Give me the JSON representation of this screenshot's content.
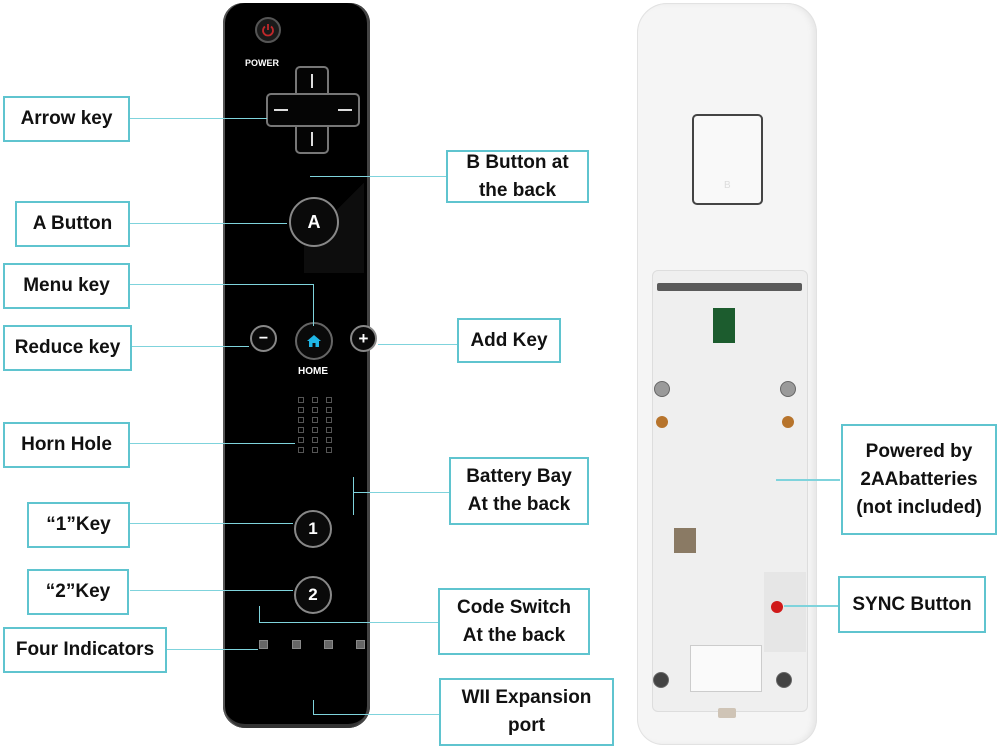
{
  "labels": {
    "arrow_key": "Arrow key",
    "a_button": "A Button",
    "menu_key": "Menu key",
    "reduce_key": "Reduce key",
    "horn_hole": "Horn Hole",
    "key_1": "“1”Key",
    "key_2": "“2”Key",
    "four_indicators": "Four Indicators",
    "b_button": "B Button at the back",
    "add_key": "Add Key",
    "battery_bay": "Battery Bay At the back",
    "code_switch": "Code Switch At the back",
    "expansion_port": "WII Expansion port",
    "powered_by": "Powered by 2AAbatteries (not included)",
    "sync_button": "SYNC Button"
  },
  "remote_front": {
    "power_label": "POWER",
    "home_label": "HOME",
    "a_glyph": "A",
    "minus_glyph": "−",
    "plus_glyph": "+",
    "one_glyph": "1",
    "two_glyph": "2"
  },
  "remote_back": {
    "b_glyph": "B"
  },
  "colors": {
    "callout_border": "#5fc4cf",
    "home_icon": "#1fb6e6",
    "power_icon": "#c0282b",
    "sync_button": "#d01a1a"
  }
}
